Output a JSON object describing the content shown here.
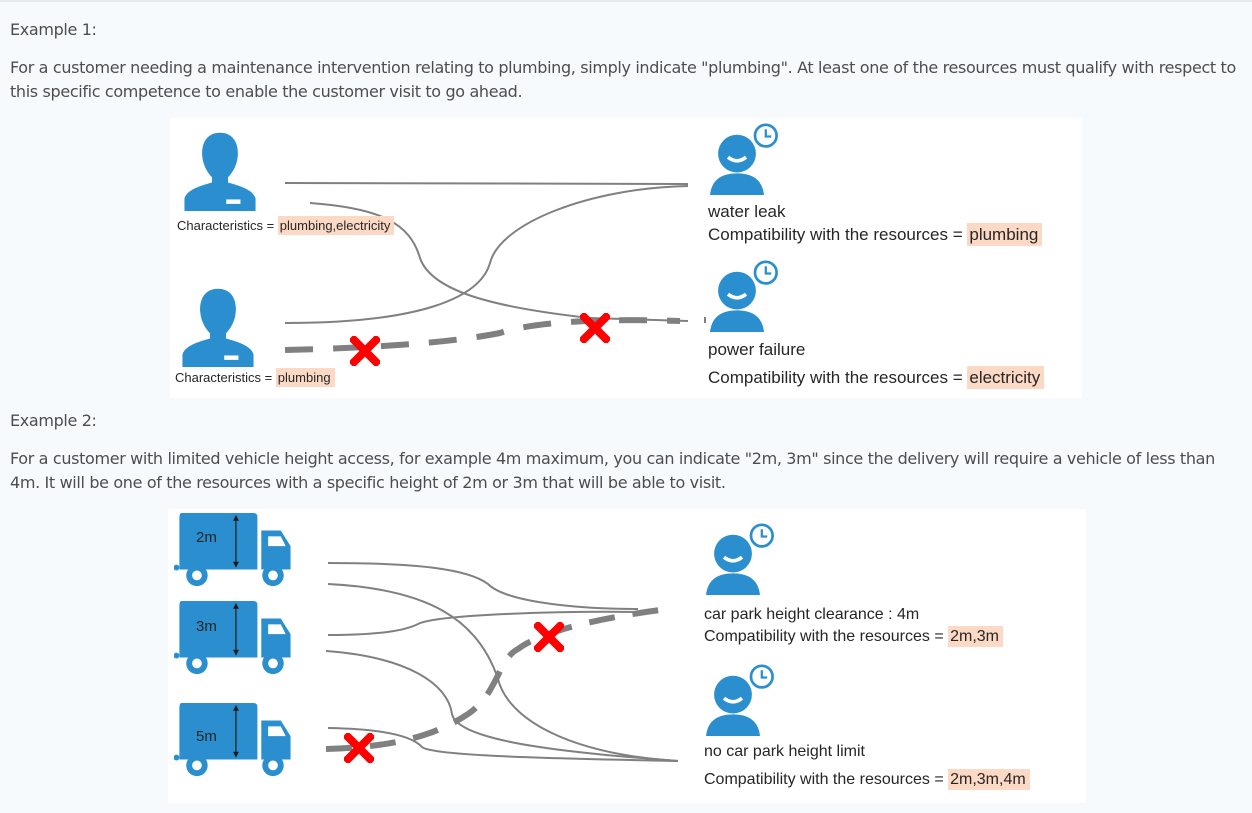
{
  "example1": {
    "heading": "Example 1:",
    "description": "For a customer needing a maintenance intervention relating to plumbing, simply indicate \"plumbing\". At least one of the resources must qualify with respect to this specific competence to enable the customer visit to go ahead.",
    "resources": [
      {
        "icon": "technician-icon",
        "characteristics_label": "Characteristics = ",
        "characteristics_value": "plumbing,electricity"
      },
      {
        "icon": "technician-icon",
        "characteristics_label": "Characteristics = ",
        "characteristics_value": "plumbing"
      }
    ],
    "customers": [
      {
        "icon": "customer-clock-icon",
        "name": "water leak",
        "compat_label": "Compatibility with the resources = ",
        "compat_value": "plumbing"
      },
      {
        "icon": "customer-clock-icon",
        "name": "power failure",
        "compat_label": "Compatibility with the resources = ",
        "compat_value": "electricity"
      }
    ]
  },
  "example2": {
    "heading": "Example 2:",
    "description": "For a customer with limited vehicle height access, for example 4m maximum, you can indicate \"2m, 3m\" since the delivery will require a vehicle of less than 4m. It will be one of the resources with a specific height of 2m or 3m that will be able to visit.",
    "trucks": [
      {
        "icon": "truck-icon",
        "height": "2m"
      },
      {
        "icon": "truck-icon",
        "height": "3m"
      },
      {
        "icon": "truck-icon",
        "height": "5m"
      }
    ],
    "customers": [
      {
        "icon": "customer-clock-icon",
        "name": "car park height clearance : 4m",
        "compat_label": "Compatibility with the resources = ",
        "compat_value": "2m,3m"
      },
      {
        "icon": "customer-clock-icon",
        "name": "no car park height limit",
        "compat_label": "Compatibility with the resources = ",
        "compat_value": "2m,3m,4m"
      }
    ]
  },
  "colors": {
    "icon_blue": "#2b8fcf",
    "highlight": "#fbd9c4",
    "cross_red": "#ff0000",
    "line_gray": "#808080"
  }
}
